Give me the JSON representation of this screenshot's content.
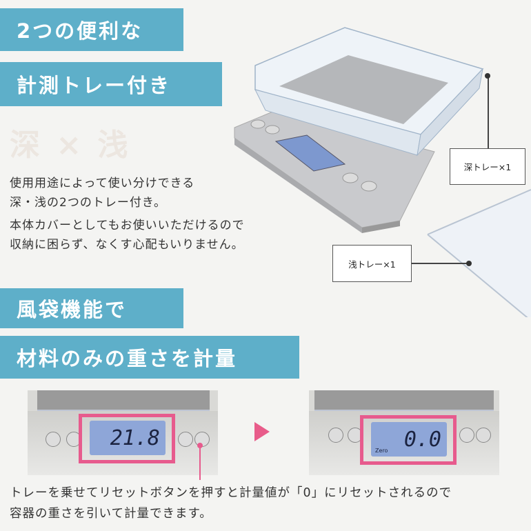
{
  "banners": {
    "line1": "2つの便利な",
    "line2": "計測トレー付き",
    "line3": "風袋機能で",
    "line4": "材料のみの重さを計量"
  },
  "watermark": "深 × 浅",
  "paragraph1": {
    "line1": "使用用途によって使い分けできる",
    "line2": "深・浅の2つのトレー付き。"
  },
  "paragraph2": {
    "line1": "本体カバーとしてもお使いいただけるので",
    "line2": "収納に困らず、なくす心配もいりません。"
  },
  "callouts": {
    "deep": "深トレー×1",
    "shallow": "浅トレー×1"
  },
  "display": {
    "before": "21.8",
    "after": "0.0",
    "zero_label": "Zero"
  },
  "footer": {
    "line1": "トレーを乗せてリセットボタンを押すと計量値が「0」にリセットされるので",
    "line2": "容器の重さを引いて計量できます。"
  },
  "colors": {
    "banner": "#5eafc9",
    "highlight": "#e75b8d",
    "lcd": "#8ea6d8"
  }
}
